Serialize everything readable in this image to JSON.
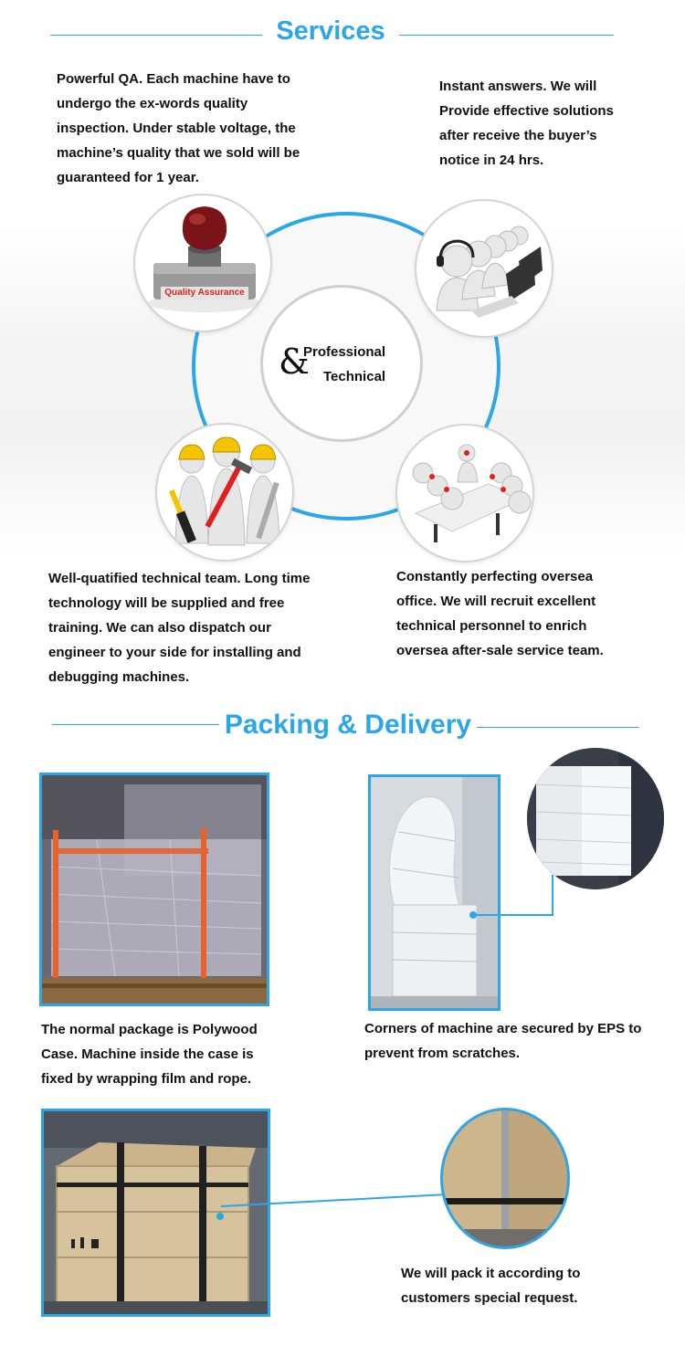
{
  "services": {
    "title": "Services",
    "qa_text": "Powerful QA. Each machine have to undergo the ex-words quality inspection. Under stable voltage, the machine’s quality that we sold will be guaranteed for 1 year.",
    "answers_text": "Instant answers. We will Provide effective solutions after receive the buyer’s notice in 24 hrs.",
    "team_text": "Well-quatified technical team. Long time technology will be supplied and free training. We can also dispatch our engineer to your side for installing and debugging machines.",
    "office_text": "Constantly perfecting oversea office. We will recruit excellent technical personnel to enrich oversea after-sale service team.",
    "center": {
      "ampersand": "&",
      "line1": "Professional",
      "line2": "Technical"
    },
    "stamp_label": "Quality Assurance"
  },
  "packing": {
    "title": "Packing & Delivery",
    "polywood_text": "The normal package is Polywood Case. Machine inside the case is fixed by wrapping film and rope.",
    "eps_text": "Corners of machine are secured by EPS to prevent from scratches.",
    "request_text": "We will pack it according to customers special request."
  },
  "colors": {
    "accent": "#2ba6e8",
    "stamp_red": "#d9241c"
  }
}
